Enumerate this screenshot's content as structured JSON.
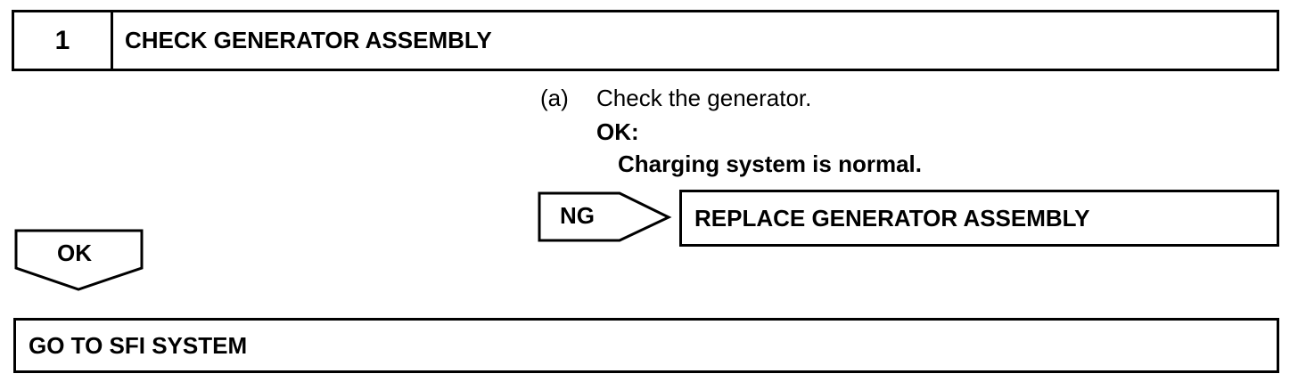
{
  "step": {
    "number": "1",
    "title": "CHECK GENERATOR ASSEMBLY"
  },
  "instruction": {
    "prefix": "(a)",
    "text": "Check the generator.",
    "ok_label": "OK:",
    "ok_result": "Charging system is normal."
  },
  "ng_branch": {
    "label": "NG",
    "action": "REPLACE GENERATOR ASSEMBLY"
  },
  "ok_branch": {
    "label": "OK"
  },
  "final_action": "GO TO SFI SYSTEM"
}
